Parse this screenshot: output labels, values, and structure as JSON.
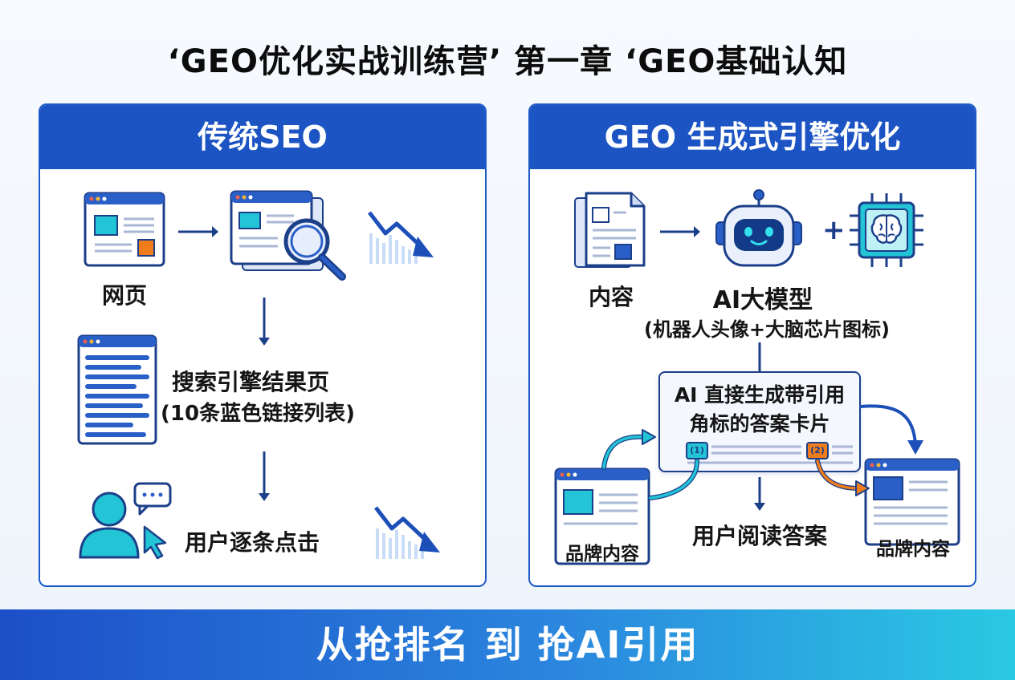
{
  "title": "‘GEO优化实战训练营’ 第一章 ‘GEO基础认知",
  "left_panel": {
    "header": "传统SEO",
    "webpage_label": "网页",
    "serp_label_line1": "搜索引擎结果页",
    "serp_label_line2": "(10条蓝色链接列表)",
    "user_click_label": "用户逐条点击"
  },
  "right_panel": {
    "header": "GEO 生成式引擎优化",
    "content_label": "内容",
    "ai_model_label": "AI大模型",
    "ai_model_sublabel": "(机器人头像+大脑芯片图标)",
    "plus": "+",
    "answer_card_line1": "AI 直接生成带引用",
    "answer_card_line2": "角标的答案卡片",
    "citation_1": "(1)",
    "citation_2": "(2)",
    "brand_content_left": "品牌内容",
    "brand_content_right": "品牌内容",
    "user_reads_label": "用户阅读答案"
  },
  "bottom_banner": "从抢排名 到 抢AI引用",
  "colors": {
    "primary_blue": "#1c55c3",
    "cyan": "#21c4d8",
    "orange": "#f07d1a",
    "light_blue": "#e8f0fd"
  }
}
